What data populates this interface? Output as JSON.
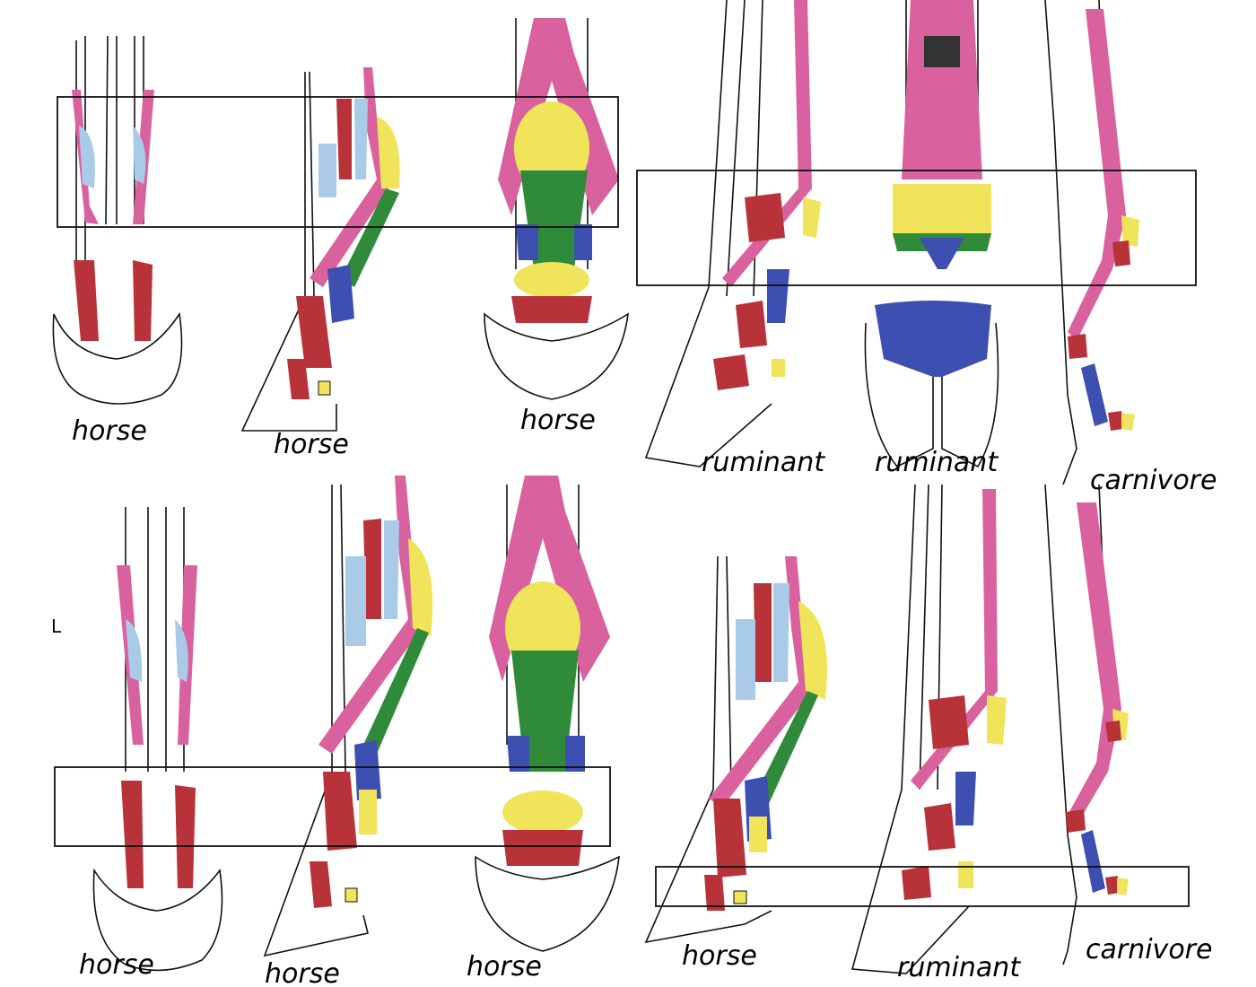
{
  "colors": {
    "pink": "#d9629e",
    "red": "#b8323a",
    "yellow": "#efe45a",
    "green": "#2f8a3a",
    "blue": "#3d4fb0",
    "lightblue": "#a9cbe8",
    "outline": "#111111"
  },
  "panels": {
    "top_left": {
      "labels": [
        "horse",
        "horse",
        "horse"
      ]
    },
    "top_right": {
      "labels": [
        "ruminant",
        "ruminant",
        "carnivore"
      ]
    },
    "bottom_left": {
      "labels": [
        "horse",
        "horse",
        "horse"
      ],
      "marker": "L"
    },
    "bottom_right": {
      "labels": [
        "horse",
        "ruminant",
        "carnivore"
      ]
    }
  }
}
